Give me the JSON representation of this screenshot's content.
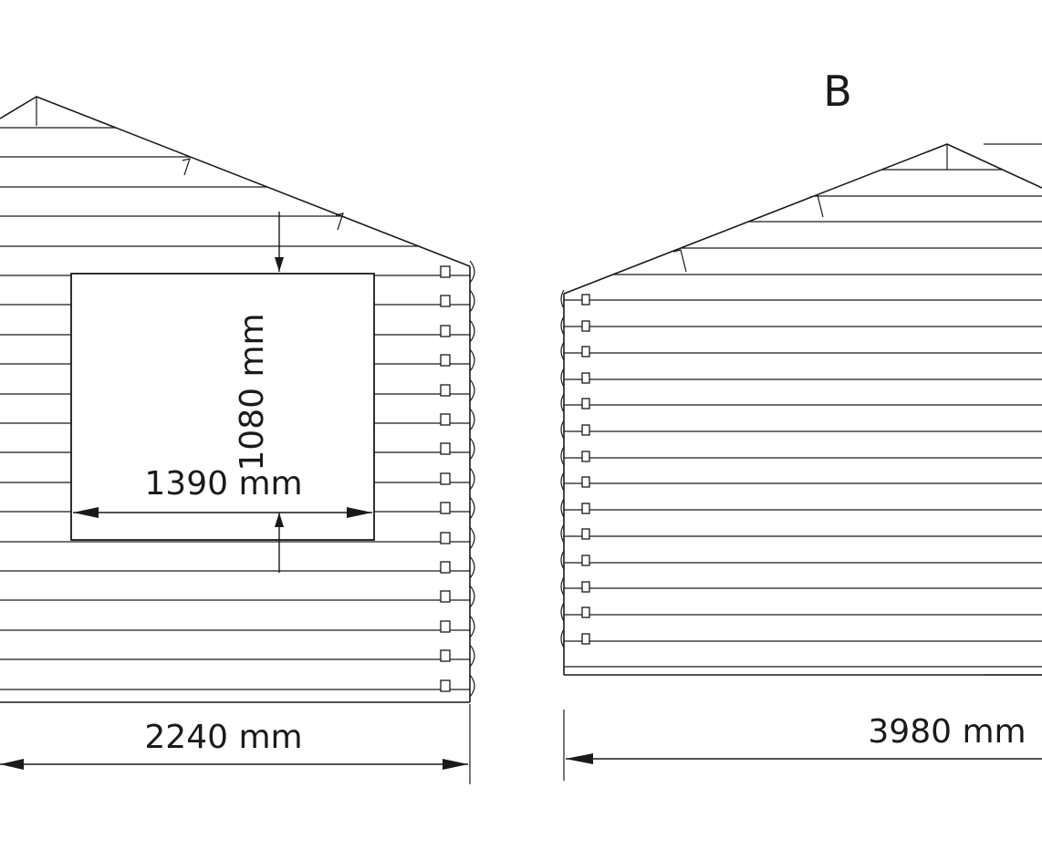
{
  "views": {
    "left": {
      "window_height_label": "1080 mm",
      "window_width_label": "1390 mm",
      "total_width_label": "2240 mm"
    },
    "right": {
      "view_label": "B",
      "total_width_label": "3980 mm"
    }
  }
}
